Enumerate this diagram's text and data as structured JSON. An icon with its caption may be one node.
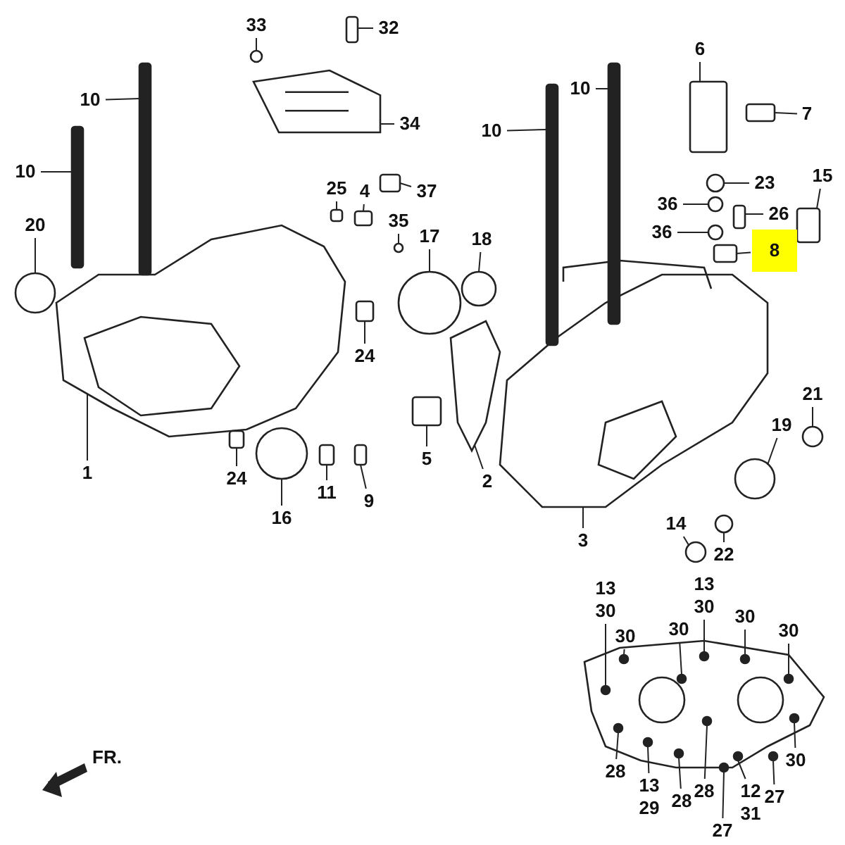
{
  "diagram": {
    "nodes": [
      {
        "text": [
          "33"
        ]
      },
      {
        "text": [
          "32"
        ]
      },
      {
        "text": [
          "10"
        ]
      },
      {
        "text": [
          "10"
        ]
      },
      {
        "text": [
          "20"
        ]
      },
      {
        "text": [
          "34"
        ]
      },
      {
        "text": [
          "25"
        ]
      },
      {
        "text": [
          "4"
        ]
      },
      {
        "text": [
          "35"
        ]
      },
      {
        "text": [
          "37"
        ]
      },
      {
        "text": [
          "24"
        ]
      },
      {
        "text": [
          "1"
        ]
      },
      {
        "text": [
          "24"
        ]
      },
      {
        "text": [
          "16"
        ]
      },
      {
        "text": [
          "11"
        ]
      },
      {
        "text": [
          "9"
        ]
      },
      {
        "text": [
          "17"
        ]
      },
      {
        "text": [
          "18"
        ]
      },
      {
        "text": [
          "10"
        ]
      },
      {
        "text": [
          "10"
        ]
      },
      {
        "text": [
          "6"
        ]
      },
      {
        "text": [
          "7"
        ]
      },
      {
        "text": [
          "23"
        ]
      },
      {
        "text": [
          "15"
        ]
      },
      {
        "text": [
          "36"
        ]
      },
      {
        "text": [
          "36"
        ]
      },
      {
        "text": [
          "26"
        ]
      },
      {
        "text": [
          "8"
        ]
      },
      {
        "text": [
          "5"
        ]
      },
      {
        "text": [
          "2"
        ]
      },
      {
        "text": [
          "3"
        ]
      },
      {
        "text": [
          "21"
        ]
      },
      {
        "text": [
          "19"
        ]
      },
      {
        "text": [
          "14"
        ]
      },
      {
        "text": [
          "22"
        ]
      },
      {
        "text": [
          "30"
        ]
      },
      {
        "text": [
          "30"
        ]
      },
      {
        "text": [
          "30"
        ]
      },
      {
        "text": [
          "30"
        ]
      },
      {
        "text": [
          "30"
        ]
      },
      {
        "text": [
          "30"
        ]
      },
      {
        "text": [
          "30"
        ]
      },
      {
        "text": [
          "28"
        ]
      },
      {
        "text": [
          "13"
        ]
      },
      {
        "text": [
          "28"
        ]
      },
      {
        "text": [
          "28"
        ]
      },
      {
        "text": [
          "12"
        ]
      },
      {
        "text": [
          "27"
        ]
      },
      {
        "text": [
          "27"
        ]
      },
      {
        "text": [],
        "shape": "circle"
      },
      {
        "text": [],
        "shape": "box"
      },
      {
        "text": [],
        "shape": "bar"
      },
      {
        "text": [],
        "shape": "bar"
      },
      {
        "text": [],
        "shape": "circle"
      },
      {
        "text": [],
        "shape": "picture"
      },
      {
        "text": [],
        "shape": "box"
      },
      {
        "text": [],
        "shape": "box"
      },
      {
        "text": [],
        "shape": "circle"
      },
      {
        "text": [],
        "shape": "box"
      },
      {
        "text": [],
        "shape": "box"
      },
      {
        "text": [],
        "shape": "picture"
      },
      {
        "text": [],
        "shape": "box"
      },
      {
        "text": [],
        "shape": "circle"
      },
      {
        "text": [],
        "shape": "box"
      },
      {
        "text": [],
        "shape": "box"
      },
      {
        "text": [],
        "shape": "circle"
      },
      {
        "text": [],
        "shape": "circle"
      },
      {
        "text": [],
        "shape": "bar"
      },
      {
        "text": [],
        "shape": "bar"
      },
      {
        "text": [],
        "shape": "box"
      },
      {
        "text": [],
        "shape": "box"
      },
      {
        "text": [],
        "shape": "circle"
      },
      {
        "text": [],
        "shape": "box"
      },
      {
        "text": [],
        "shape": "circle"
      },
      {
        "text": [],
        "shape": "circle"
      },
      {
        "text": [],
        "shape": "box"
      },
      {
        "text": [],
        "shape": "box"
      },
      {
        "text": [],
        "shape": "box"
      },
      {
        "text": [],
        "shape": "picture"
      },
      {
        "text": [],
        "shape": "picture"
      },
      {
        "text": [],
        "shape": "circle"
      },
      {
        "text": [],
        "shape": "circle"
      },
      {
        "text": [],
        "shape": "circle"
      },
      {
        "text": [],
        "shape": "circle"
      },
      {
        "text": [],
        "shape": "circle"
      },
      {
        "text": [],
        "shape": "circle"
      },
      {
        "text": [],
        "shape": "circle"
      },
      {
        "text": [],
        "shape": "circle"
      },
      {
        "text": [],
        "shape": "circle"
      },
      {
        "text": [],
        "shape": "circle"
      },
      {
        "text": [],
        "shape": "circle"
      },
      {
        "text": [],
        "shape": "circle"
      },
      {
        "text": [],
        "shape": "circle"
      },
      {
        "text": [],
        "shape": "circle"
      },
      {
        "text": [],
        "shape": "circle"
      },
      {
        "text": [],
        "shape": "circle"
      },
      {
        "text": [],
        "shape": "circle"
      },
      {
        "text": [],
        "shape": "circle"
      }
    ],
    "edges": [
      {
        "from": 0,
        "to": 49,
        "arrow": "none"
      },
      {
        "from": 1,
        "to": 50,
        "arrow": "none"
      },
      {
        "from": 2,
        "to": 52,
        "arrow": "none"
      },
      {
        "from": 3,
        "to": 51,
        "arrow": "none"
      },
      {
        "from": 4,
        "to": 53,
        "arrow": "none"
      },
      {
        "from": 5,
        "to": 54,
        "arrow": "none"
      },
      {
        "from": 6,
        "to": 55,
        "arrow": "none"
      },
      {
        "from": 7,
        "to": 56,
        "arrow": "none"
      },
      {
        "from": 8,
        "to": 57,
        "arrow": "none"
      },
      {
        "from": 9,
        "to": 58,
        "arrow": "none"
      },
      {
        "from": 10,
        "to": 59,
        "arrow": "none"
      },
      {
        "from": 11,
        "to": 60,
        "arrow": "none"
      },
      {
        "from": 12,
        "to": 61,
        "arrow": "none"
      },
      {
        "from": 13,
        "to": 62,
        "arrow": "none"
      },
      {
        "from": 14,
        "to": 63,
        "arrow": "none"
      },
      {
        "from": 15,
        "to": 64,
        "arrow": "none"
      },
      {
        "from": 16,
        "to": 65,
        "arrow": "none"
      },
      {
        "from": 17,
        "to": 66,
        "arrow": "none"
      },
      {
        "from": 18,
        "to": 67,
        "arrow": "none"
      },
      {
        "from": 19,
        "to": 68,
        "arrow": "none"
      },
      {
        "from": 20,
        "to": 69,
        "arrow": "none"
      },
      {
        "from": 21,
        "to": 70,
        "arrow": "none"
      },
      {
        "from": 22,
        "to": 71,
        "arrow": "none"
      },
      {
        "from": 23,
        "to": 72,
        "arrow": "none"
      },
      {
        "from": 24,
        "to": 73,
        "arrow": "none"
      },
      {
        "from": 25,
        "to": 74,
        "arrow": "none"
      },
      {
        "from": 26,
        "to": 75,
        "arrow": "none"
      },
      {
        "from": 27,
        "to": 76,
        "arrow": "none"
      },
      {
        "from": 28,
        "to": 77,
        "arrow": "none"
      },
      {
        "from": 29,
        "to": 78,
        "arrow": "none"
      },
      {
        "from": 30,
        "to": 79,
        "arrow": "none"
      },
      {
        "from": 31,
        "to": 80,
        "arrow": "none"
      },
      {
        "from": 32,
        "to": 81,
        "arrow": "none"
      },
      {
        "from": 33,
        "to": 82,
        "arrow": "none"
      },
      {
        "from": 34,
        "to": 83,
        "arrow": "none"
      },
      {
        "from": 35,
        "to": 84,
        "arrow": "none"
      },
      {
        "from": 36,
        "to": 85,
        "arrow": "none"
      },
      {
        "from": 37,
        "to": 86,
        "arrow": "none"
      },
      {
        "from": 38,
        "to": 87,
        "arrow": "none"
      },
      {
        "from": 39,
        "to": 88,
        "arrow": "none"
      },
      {
        "from": 40,
        "to": 89,
        "arrow": "none"
      },
      {
        "from": 41,
        "to": 90,
        "arrow": "none"
      },
      {
        "from": 42,
        "to": 91,
        "arrow": "none"
      },
      {
        "from": 43,
        "to": 92,
        "arrow": "none"
      },
      {
        "from": 44,
        "to": 93,
        "arrow": "none"
      },
      {
        "from": 45,
        "to": 94,
        "arrow": "none"
      },
      {
        "from": 46,
        "to": 95,
        "arrow": "none"
      },
      {
        "from": 47,
        "to": 96,
        "arrow": "none"
      },
      {
        "from": 48,
        "to": 97,
        "arrow": "none"
      }
    ],
    "labels": [
      "13",
      "13",
      "FR.",
      "29",
      "31"
    ]
  }
}
